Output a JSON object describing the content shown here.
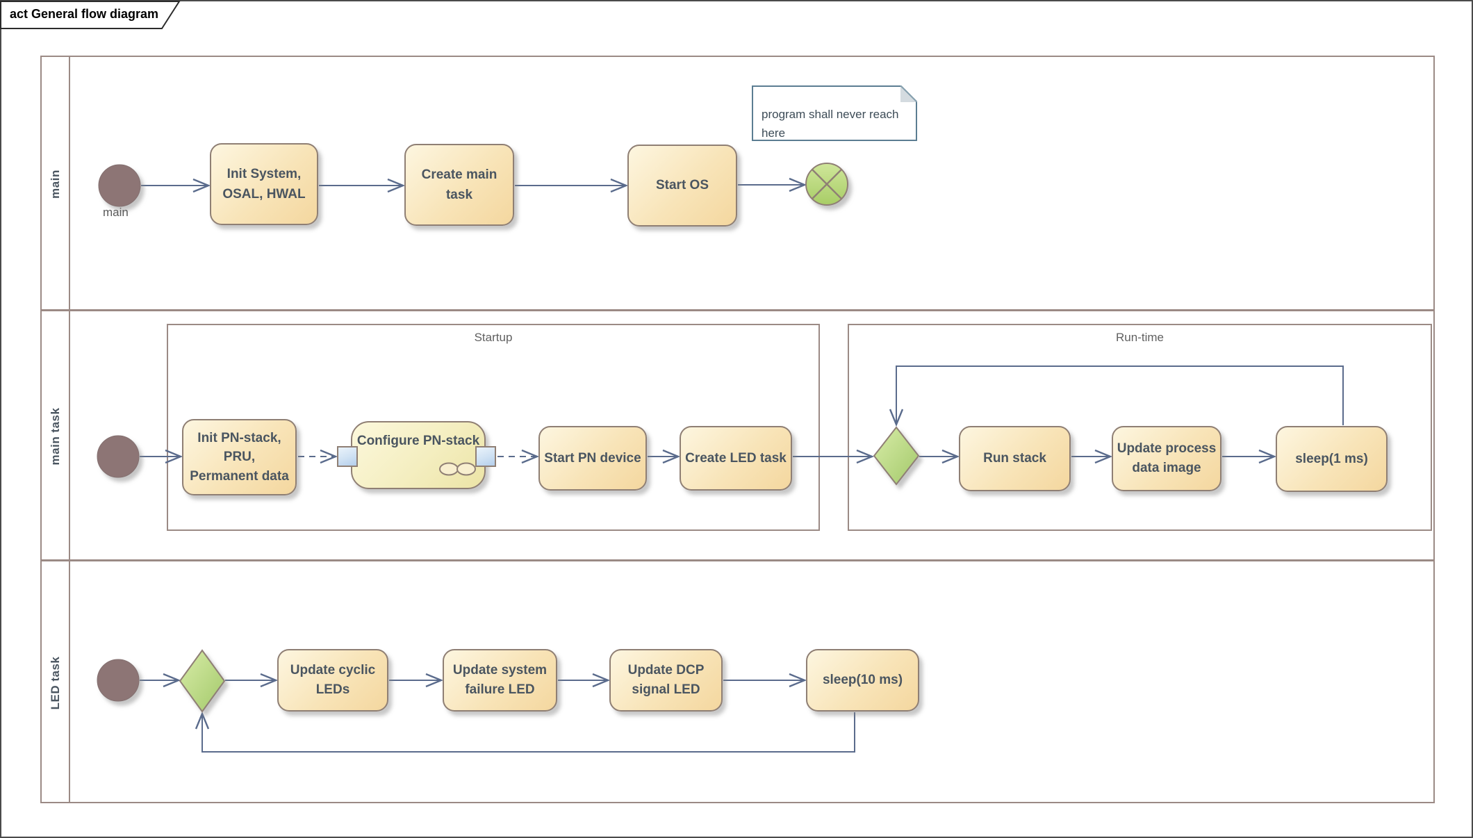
{
  "title": "act General flow diagram",
  "lanes": [
    {
      "label": "main"
    },
    {
      "label": "main task"
    },
    {
      "label": "LED task"
    }
  ],
  "frames": [
    {
      "label": "Startup"
    },
    {
      "label": "Run-time"
    }
  ],
  "main_lane": {
    "start_label": "main",
    "activities": [
      {
        "label": "Init System,\nOSAL, HWAL"
      },
      {
        "label": "Create main\ntask"
      },
      {
        "label": "Start OS"
      }
    ],
    "note": "program shall never reach here"
  },
  "main_task_lane": {
    "activities": [
      {
        "label": "Init PN-stack,\nPRU,\nPermanent data"
      },
      {
        "label": "Configure PN-stack"
      },
      {
        "label": "Start PN device"
      },
      {
        "label": "Create LED task"
      },
      {
        "label": "Run stack"
      },
      {
        "label": "Update process\ndata image"
      },
      {
        "label": "sleep(1 ms)"
      }
    ]
  },
  "led_task_lane": {
    "activities": [
      {
        "label": "Update cyclic\nLEDs"
      },
      {
        "label": "Update system\nfailure LED"
      },
      {
        "label": "Update DCP\nsignal LED"
      },
      {
        "label": "sleep(10 ms)"
      }
    ]
  },
  "icons": {
    "initial_node": "initial-node-icon",
    "flow_final": "flow-final-icon",
    "decision": "decision-diamond-icon",
    "chain_link": "chain-link-icon",
    "note_fold": "folded-corner-icon"
  },
  "colors": {
    "connector": "#5a6b8c",
    "lane_border": "#9b8a85",
    "activity_border": "#8f7f74",
    "activity_fill_light": "#fdf6e0",
    "activity_fill_dark": "#f4d79f",
    "structured_fill_dark": "#ece4a6",
    "decision_fill_light": "#d8eca8",
    "decision_fill_dark": "#a3c96a",
    "initial_node_fill": "#8d7474",
    "final_node_fill": "#b4d57c",
    "note_border": "#5b7d92",
    "pin_fill": "#cfe1f3",
    "text": "#4a5560"
  }
}
